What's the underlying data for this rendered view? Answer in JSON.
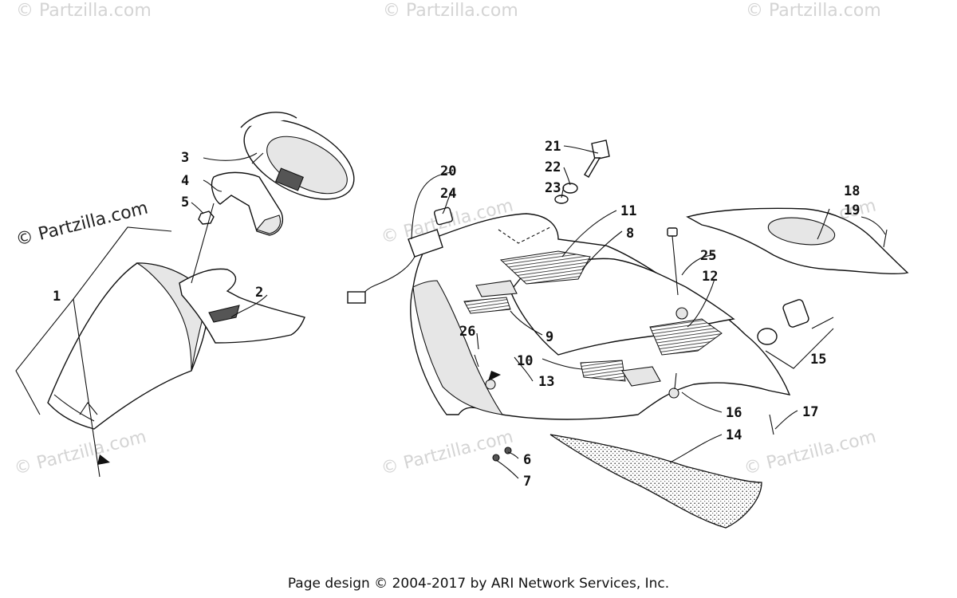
{
  "watermark": {
    "text": "© Partzilla.com",
    "main_text": "© Partzilla.com"
  },
  "footer": {
    "text": "Page design © 2004-2017 by ARI Network Services, Inc."
  },
  "callouts": [
    {
      "id": "c1",
      "label": "1"
    },
    {
      "id": "c2",
      "label": "2"
    },
    {
      "id": "c3",
      "label": "3"
    },
    {
      "id": "c4",
      "label": "4"
    },
    {
      "id": "c5",
      "label": "5"
    },
    {
      "id": "c6",
      "label": "6"
    },
    {
      "id": "c7",
      "label": "7"
    },
    {
      "id": "c8",
      "label": "8"
    },
    {
      "id": "c9",
      "label": "9"
    },
    {
      "id": "c10",
      "label": "10"
    },
    {
      "id": "c11",
      "label": "11"
    },
    {
      "id": "c12",
      "label": "12"
    },
    {
      "id": "c13",
      "label": "13"
    },
    {
      "id": "c14",
      "label": "14"
    },
    {
      "id": "c15",
      "label": "15"
    },
    {
      "id": "c16",
      "label": "16"
    },
    {
      "id": "c17",
      "label": "17"
    },
    {
      "id": "c18",
      "label": "18"
    },
    {
      "id": "c19",
      "label": "19"
    },
    {
      "id": "c20",
      "label": "20"
    },
    {
      "id": "c21",
      "label": "21"
    },
    {
      "id": "c22",
      "label": "22"
    },
    {
      "id": "c23",
      "label": "23"
    },
    {
      "id": "c24",
      "label": "24"
    },
    {
      "id": "c25",
      "label": "25"
    },
    {
      "id": "c26",
      "label": "26"
    }
  ]
}
